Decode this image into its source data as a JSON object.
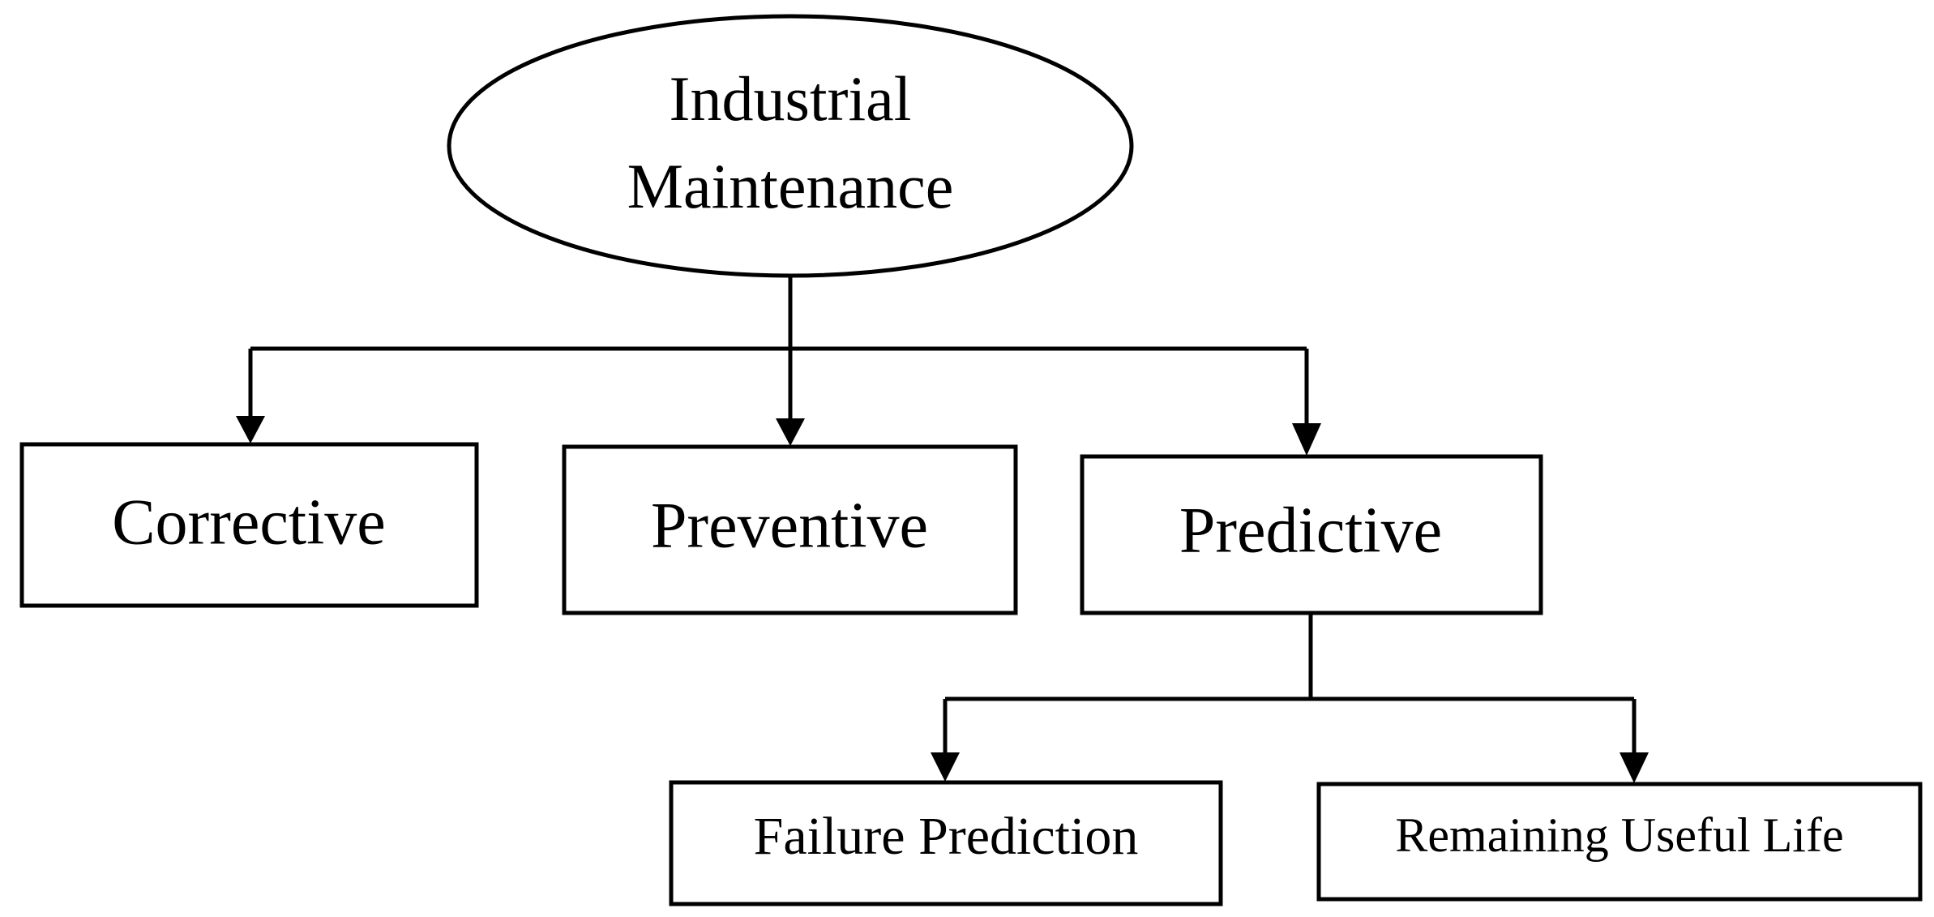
{
  "root": {
    "line1": "Industrial",
    "line2": "Maintenance"
  },
  "level1": {
    "corrective": "Corrective",
    "preventive": "Preventive",
    "predictive": "Predictive"
  },
  "level2": {
    "failure_prediction": "Failure Prediction",
    "remaining_useful_life": "Remaining Useful Life"
  },
  "colors": {
    "stroke": "#000000",
    "background": "#ffffff"
  }
}
